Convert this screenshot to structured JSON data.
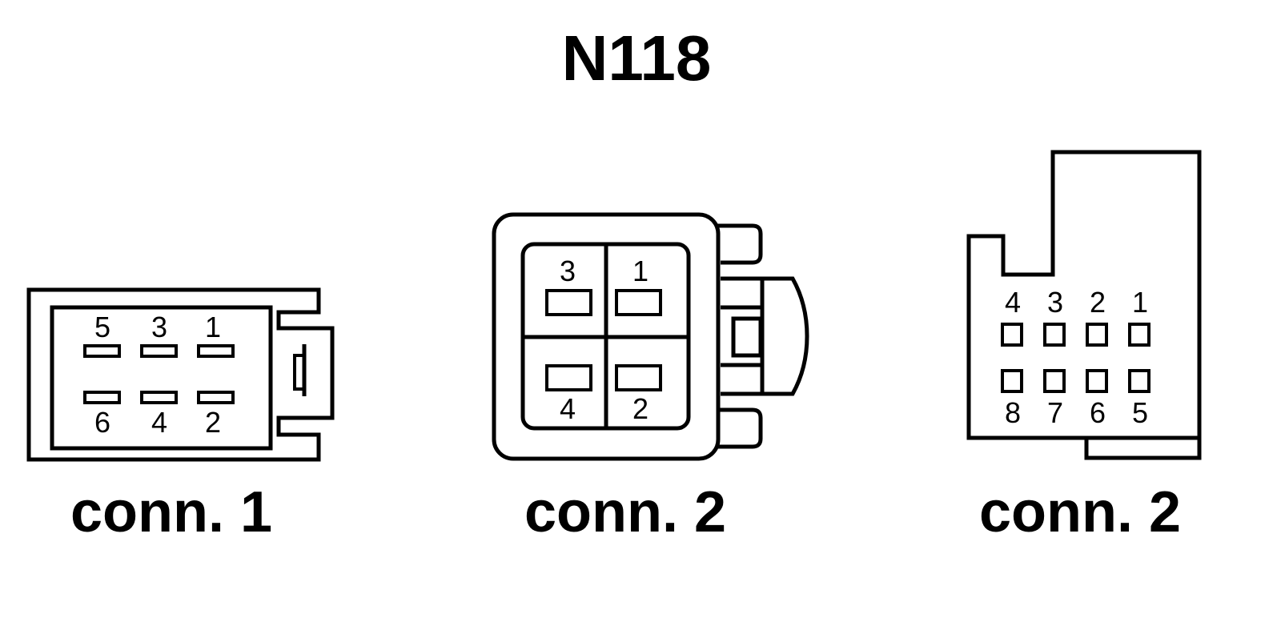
{
  "title": "N118",
  "connectors": [
    {
      "caption": "conn. 1",
      "pins_top": [
        "5",
        "3",
        "1"
      ],
      "pins_bottom": [
        "6",
        "4",
        "2"
      ]
    },
    {
      "caption": "conn. 2",
      "pins_top": [
        "3",
        "1"
      ],
      "pins_bottom": [
        "4",
        "2"
      ]
    },
    {
      "caption": "conn. 2",
      "pins_top": [
        "4",
        "3",
        "2",
        "1"
      ],
      "pins_bottom": [
        "8",
        "7",
        "6",
        "5"
      ]
    }
  ]
}
